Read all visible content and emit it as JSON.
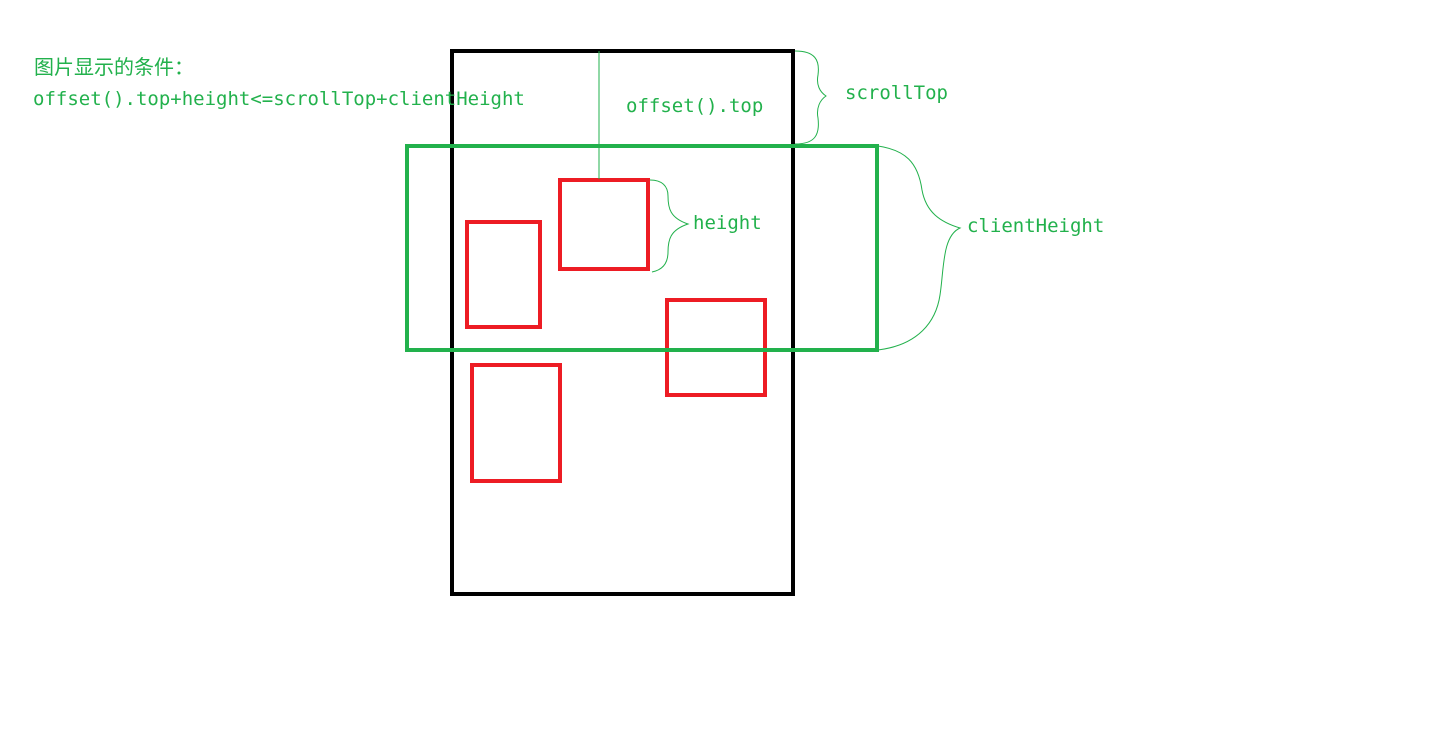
{
  "condition": {
    "title": "图片显示的条件：",
    "formula": "offset().top+height<=scrollTop+clientHeight"
  },
  "labels": {
    "offset_top": "offset().top",
    "scroll_top": "scrollTop",
    "height": "height",
    "client_height": "clientHeight"
  },
  "colors": {
    "label_text": "#22b14c",
    "document_border": "#000000",
    "viewport_border": "#22b14c",
    "image_border": "#ed1c24",
    "brace_line": "#22b14c"
  }
}
